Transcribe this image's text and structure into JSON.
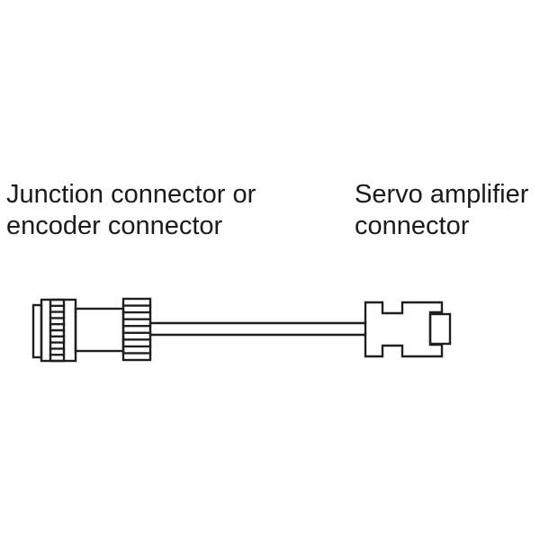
{
  "diagram": {
    "left_label": {
      "line1": "Junction connector or",
      "line2": "encoder connector"
    },
    "right_label": {
      "line1": "Servo amplifier",
      "line2": "connector"
    },
    "components": {
      "left_connector": "junction-or-encoder-connector",
      "middle": "encoder-cable",
      "right_connector": "servo-amplifier-connector"
    },
    "colors": {
      "background": "#ffffff",
      "line": "#1f1f1f",
      "text": "#1b1b1b"
    }
  }
}
